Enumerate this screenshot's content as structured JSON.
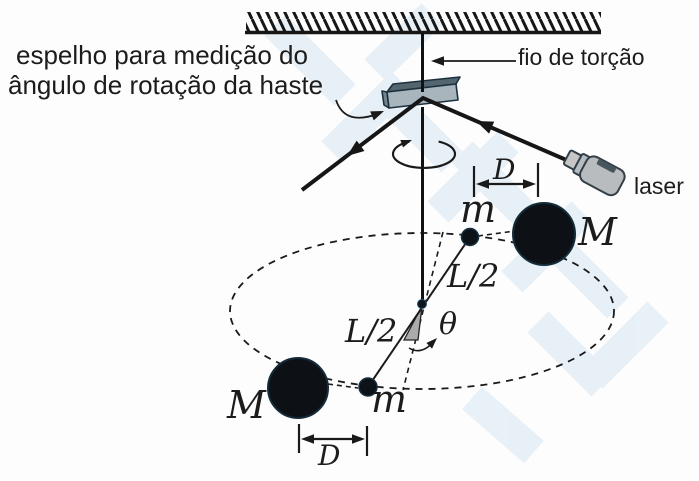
{
  "labels": {
    "caption_line1": "espelho para medição do",
    "caption_line2": "ângulo de rotação da haste",
    "torsion_wire": "fio de torção",
    "laser": "laser",
    "mass_large_top": "M",
    "mass_large_bottom": "M",
    "mass_small_top": "m",
    "mass_small_bottom": "m",
    "half_length_top": "L/2",
    "half_length_bottom": "L/2",
    "angle_theta": "θ",
    "distance_top": "D",
    "distance_bottom": "D"
  },
  "colors": {
    "ink": "#1c1c1c",
    "background": "#fdfdfe",
    "watermark": "#e2ecf5",
    "mirror_top_face": "#53656f",
    "mirror_front_face": "#a8b5bd",
    "laser_body": "#b9bcbe",
    "laser_stripe": "#47565e",
    "mass_fill": "#0d1116",
    "angle_wedge_fill": "#a9abad"
  }
}
